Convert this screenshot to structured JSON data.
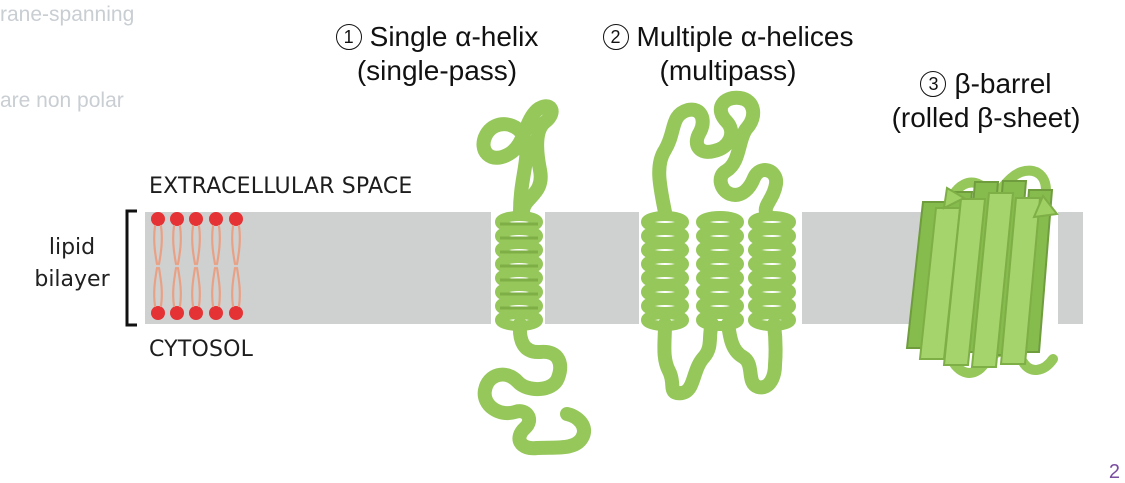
{
  "ghost_text": {
    "line_1": "rane-spanning",
    "line_2": "are non polar"
  },
  "titles": [
    {
      "number": "1",
      "main": "Single α-helix",
      "sub": "(single-pass)"
    },
    {
      "number": "2",
      "main": "Multiple α-helices",
      "sub": "(multipass)"
    },
    {
      "number": "3",
      "main": "β-barrel",
      "sub": "(rolled β-sheet)"
    }
  ],
  "membrane": {
    "upper_label": "EXTRACELLULAR SPACE",
    "lower_label": "CYTOSOL",
    "side_label": "lipid\nbilayer"
  },
  "corner_mark": "2",
  "colors": {
    "membrane": "#cfd1d1",
    "protein": "#95c75b",
    "protein_shadow": "#7eae46",
    "lipid_head": "#e53235",
    "lipid_tail": "#e9a186"
  }
}
